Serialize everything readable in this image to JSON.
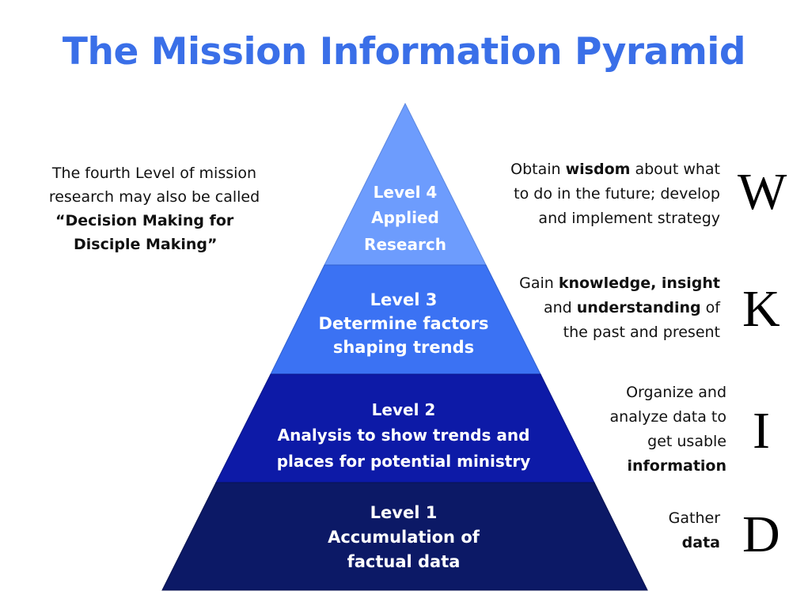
{
  "title": "The Mission Information Pyramid",
  "side_note": {
    "line1": "The fourth Level of mission",
    "line2": "research may also be called",
    "line3": "“Decision Making for",
    "line4": "Disciple Making”"
  },
  "levels": {
    "l4": {
      "heading": "Level 4",
      "line1": "Applied",
      "line2": "Research",
      "color": "#6d9cfd"
    },
    "l3": {
      "heading": "Level 3",
      "line1": "Determine factors",
      "line2": "shaping trends",
      "color": "#3b72f3"
    },
    "l2": {
      "heading": "Level 2",
      "line1": "Analysis to show trends and",
      "line2": "places for potential ministry",
      "color": "#0d1aa7"
    },
    "l1": {
      "heading": "Level 1",
      "line1": "Accumulation of",
      "line2": "factual data",
      "color": "#0c1966"
    }
  },
  "descriptions": {
    "w": {
      "p1": "Obtain ",
      "b1": "wisdom",
      "p2": " about what",
      "line2": "to do in the future; develop",
      "line3": "and implement  strategy"
    },
    "k": {
      "p1": "Gain ",
      "b1": "knowledge, insight",
      "p2": "and ",
      "b2": "understanding",
      "p3": " of",
      "line3": "the past  and present"
    },
    "i": {
      "line1": "Organize and",
      "line2": "analyze data to",
      "line3": "get usable",
      "b1": "information"
    },
    "d": {
      "line1": "Gather",
      "b1": "data"
    }
  },
  "letters": {
    "w": "W",
    "k": "K",
    "i": "I",
    "d": "D"
  }
}
